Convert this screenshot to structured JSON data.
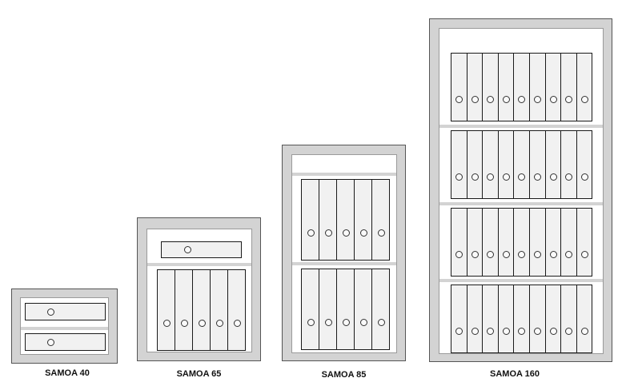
{
  "cabinets": [
    {
      "id": "samoa-40",
      "label": "SAMOA 40"
    },
    {
      "id": "samoa-65",
      "label": "SAMOA 65"
    },
    {
      "id": "samoa-85",
      "label": "SAMOA 85"
    },
    {
      "id": "samoa-160",
      "label": "SAMOA 160"
    }
  ],
  "colors": {
    "frame": "#d3d3d3",
    "interior": "#ffffff",
    "binder": "#f1f1f1",
    "outline": "#1a1a1a"
  },
  "icons": {
    "binder_hole": "ring-hole-icon",
    "drawer_lock": "lock-hole-icon"
  }
}
